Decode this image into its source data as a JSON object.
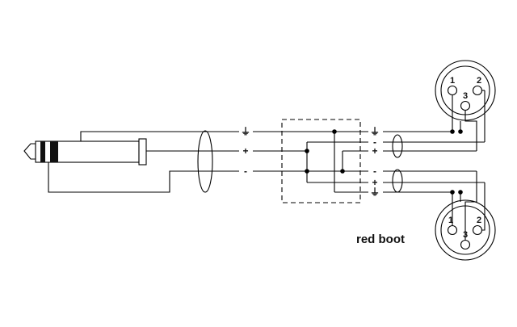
{
  "symbols": {
    "ground": "⏚",
    "plus": "+",
    "minus": "-"
  },
  "xlr_top": {
    "pins": [
      "1",
      "2",
      "3"
    ]
  },
  "xlr_bottom": {
    "pins": [
      "1",
      "2",
      "3"
    ]
  },
  "caption": "red boot",
  "colors": {
    "line": "#000000",
    "plug_ring": "#111111"
  }
}
